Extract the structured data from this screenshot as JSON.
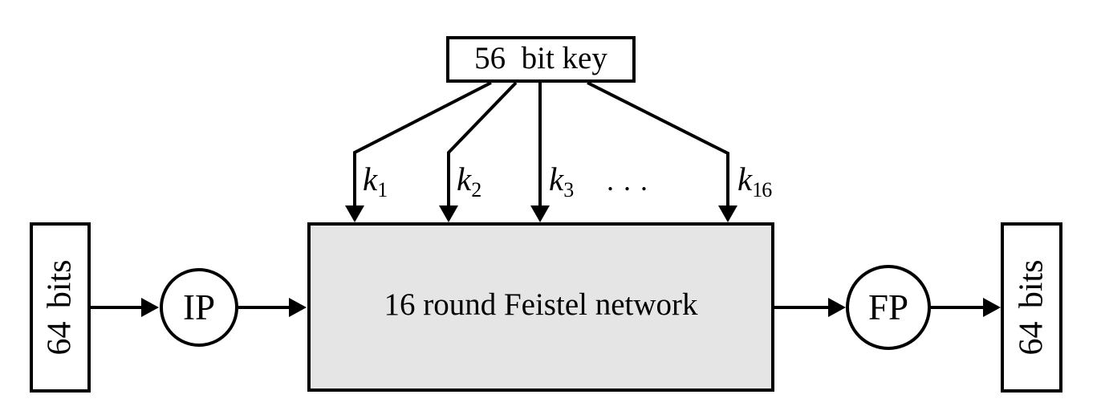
{
  "colors": {
    "stroke": "#000000",
    "background": "#ffffff",
    "feistel_fill": "#e5e5e5"
  },
  "key_box": {
    "label": "56  bit key"
  },
  "key_schedule": {
    "labels": [
      {
        "base": "k",
        "sub": "1"
      },
      {
        "base": "k",
        "sub": "2"
      },
      {
        "base": "k",
        "sub": "3"
      },
      {
        "base": "k",
        "sub": "16"
      }
    ],
    "ellipsis": "..."
  },
  "feistel_box": {
    "label": "16 round Feistel network"
  },
  "ip_node": {
    "label": "IP"
  },
  "fp_node": {
    "label": "FP"
  },
  "input_box": {
    "label": "64 bits"
  },
  "output_box": {
    "label": "64 bits"
  }
}
